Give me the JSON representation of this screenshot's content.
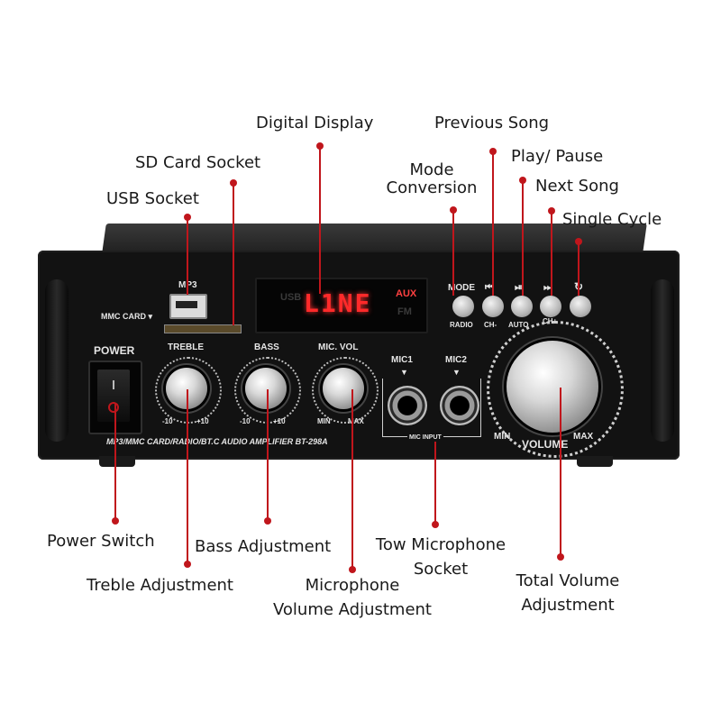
{
  "callouts": {
    "digital_display": "Digital Display",
    "previous_song": "Previous Song",
    "sd_card_socket": "SD Card Socket",
    "play_pause": "Play/ Pause",
    "mode_conversion_1": "Mode",
    "mode_conversion_2": "Conversion",
    "next_song": "Next Song",
    "usb_socket": "USB Socket",
    "single_cycle": "Single Cycle",
    "power_switch": "Power Switch",
    "bass_adjustment": "Bass Adjustment",
    "tow_mic_1": "Tow Microphone",
    "tow_mic_2": "Socket",
    "treble_adjustment": "Treble Adjustment",
    "mic_vol_1": "Microphone",
    "mic_vol_2": "Volume Adjustment",
    "total_vol_1": "Total Volume",
    "total_vol_2": "Adjustment"
  },
  "panel": {
    "mp3": "MP3",
    "mmc_card": "MMC CARD ▾",
    "power": "POWER",
    "treble": "TREBLE",
    "bass": "BASS",
    "mic_vol": "MIC. VOL",
    "minus10": "-10",
    "plus10": "+10",
    "min": "MIN",
    "max": "MAX",
    "mic1": "MIC1",
    "mic2": "MIC2",
    "mic_input": "MIC INPUT",
    "mode": "MODE",
    "radio": "RADIO",
    "ch_minus": "CH-",
    "auto": "AUTO",
    "ch_plus": "CH+",
    "volume": "VOLUME",
    "model_line": "MP3/MMC CARD/RADIO/BT.C AUDIO AMPLIFIER BT-298A",
    "display_usb": "USB",
    "display_main": "L1NE",
    "display_aux": "AUX",
    "display_fm": "FM",
    "prev_icon": "⏮",
    "play_icon": "⏯",
    "next_icon": "⏭",
    "repeat_icon": "↻"
  },
  "colors": {
    "accent": "#c0161c",
    "chassis": "#121212",
    "display_red": "#ff2a2a"
  }
}
